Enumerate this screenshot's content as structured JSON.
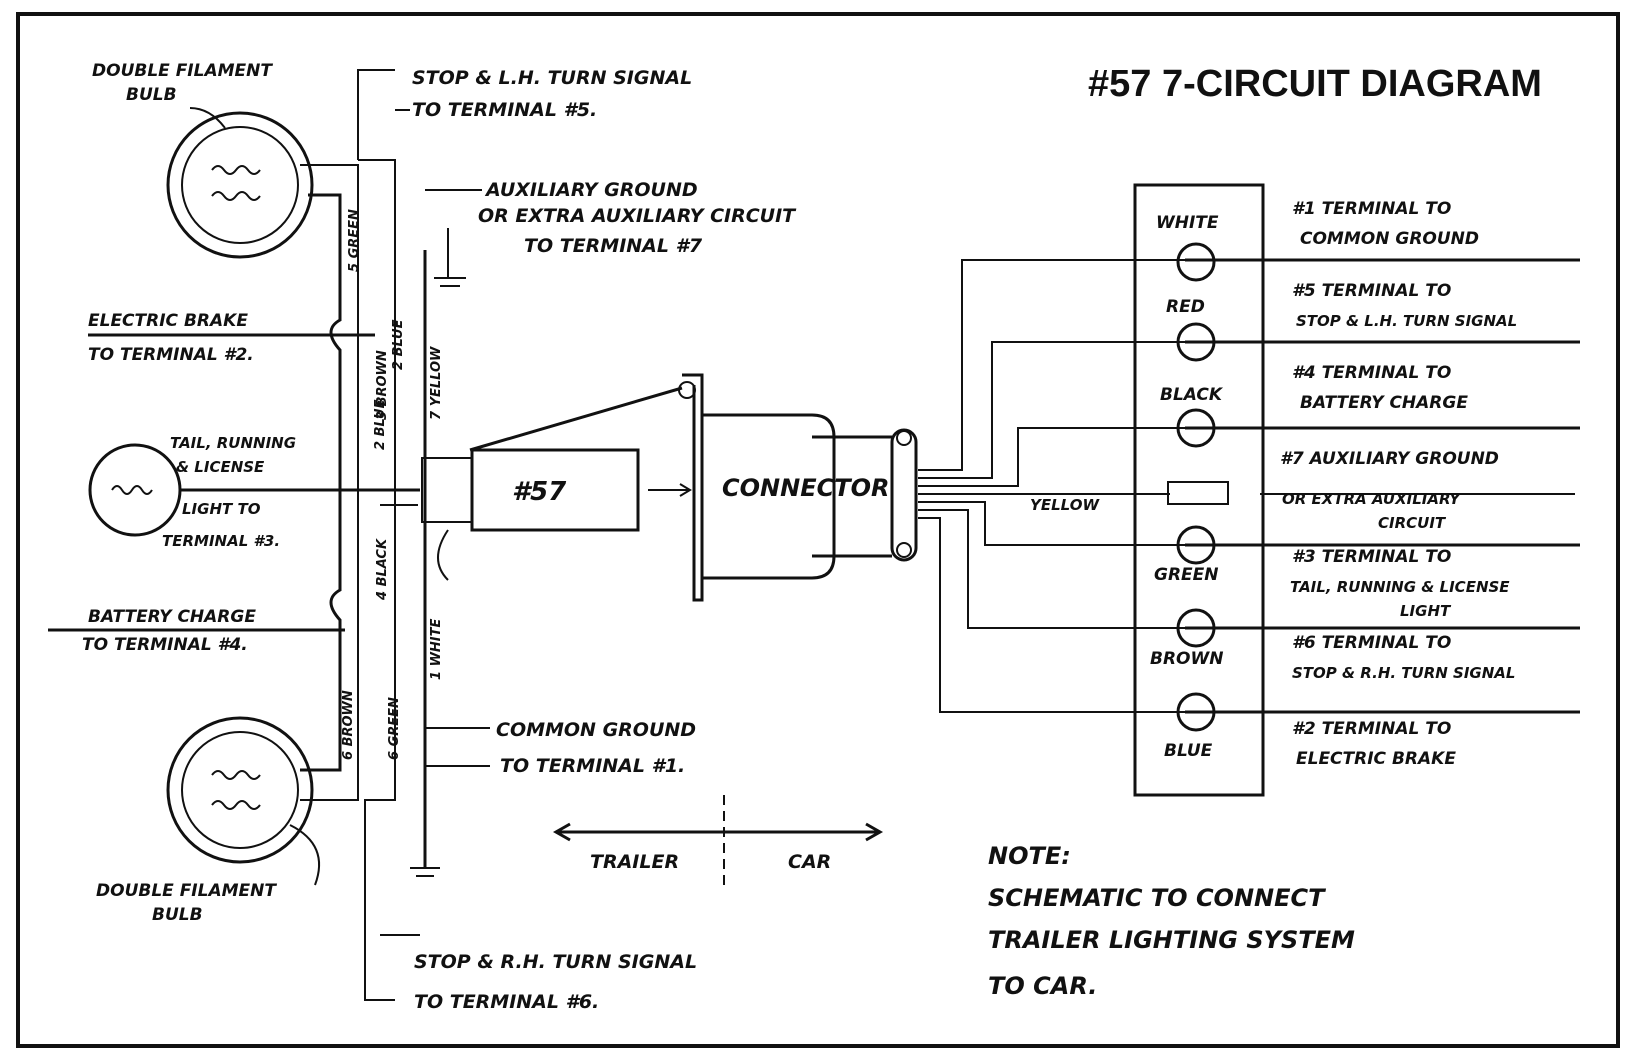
{
  "title": "#57 7-CIRCUIT DIAGRAM",
  "left": {
    "bulb_top": [
      "DOUBLE FILAMENT",
      "BULB"
    ],
    "bulb_bottom": [
      "DOUBLE FILAMENT",
      "BULB"
    ],
    "tail_light": [
      "TAIL, RUNNING",
      "& LICENSE",
      "LIGHT TO",
      "TERMINAL #3."
    ],
    "stop_lh": [
      "STOP & L.H. TURN SIGNAL",
      "TO TERMINAL #5."
    ],
    "aux_ground": [
      "AUXILIARY GROUND",
      "OR EXTRA AUXILIARY CIRCUIT",
      "TO TERMINAL #7"
    ],
    "electric_brake": [
      "ELECTRIC BRAKE",
      "TO TERMINAL #2."
    ],
    "battery_charge": [
      "BATTERY CHARGE",
      "TO TERMINAL #4."
    ],
    "common_ground": [
      "COMMON GROUND",
      "TO TERMINAL #1."
    ],
    "stop_rh": [
      "STOP & R.H. TURN SIGNAL",
      "TO TERMINAL #6."
    ],
    "wire_labels": [
      "5 GREEN",
      "2 BLUE",
      "3 BROWN",
      "7 YELLOW",
      "2 BLUE",
      "4 BLACK",
      "1 WHITE",
      "6 BROWN",
      "6 GREEN"
    ]
  },
  "center": {
    "plug": "#57",
    "connector": "CONNECTOR",
    "trailer": "TRAILER",
    "car": "CAR"
  },
  "terminals": [
    {
      "color": "WHITE",
      "desc": [
        "#1 TERMINAL TO",
        "COMMON GROUND"
      ]
    },
    {
      "color": "RED",
      "desc": [
        "#5 TERMINAL TO",
        "STOP & L.H. TURN SIGNAL"
      ]
    },
    {
      "color": "BLACK",
      "desc": [
        "#4 TERMINAL TO",
        "BATTERY CHARGE"
      ]
    },
    {
      "color": "YELLOW",
      "desc": [
        "#7 AUXILIARY GROUND",
        "OR EXTRA AUXILIARY",
        "CIRCUIT"
      ]
    },
    {
      "color": "GREEN",
      "desc": [
        "#3 TERMINAL TO",
        "TAIL, RUNNING & LICENSE",
        "LIGHT"
      ]
    },
    {
      "color": "BROWN",
      "desc": [
        "#6 TERMINAL TO",
        "STOP & R.H. TURN SIGNAL"
      ]
    },
    {
      "color": "BLUE",
      "desc": [
        "#2 TERMINAL TO",
        "ELECTRIC BRAKE"
      ]
    }
  ],
  "note": [
    "NOTE:",
    "SCHEMATIC TO CONNECT",
    "TRAILER LIGHTING SYSTEM",
    "TO CAR."
  ]
}
